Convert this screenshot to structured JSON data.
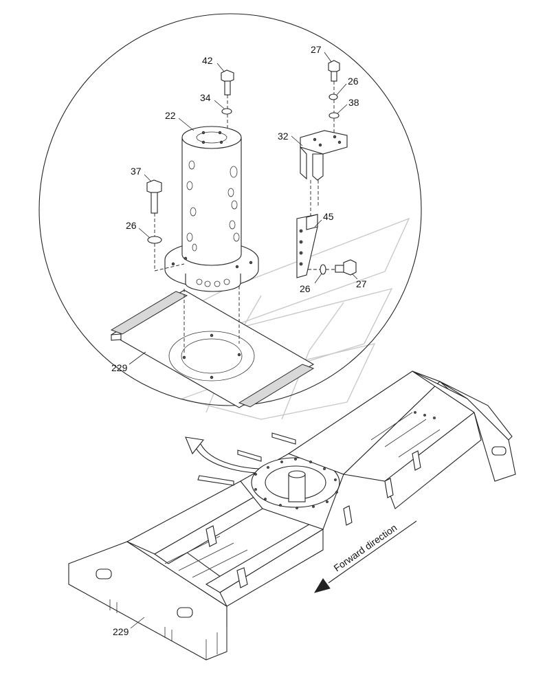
{
  "callouts": {
    "c42": "42",
    "c34": "34",
    "c22": "22",
    "c27_top": "27",
    "c26_top": "26",
    "c38": "38",
    "c32": "32",
    "c37": "37",
    "c26_left": "26",
    "c45": "45",
    "c26_bottom": "26",
    "c27_bottom": "27",
    "c229_detail": "229",
    "c229_frame": "229"
  },
  "annotation": {
    "forward_direction": "Forward direction"
  },
  "icons": {
    "curved_arrow": "curved-pointer-arrow-icon",
    "direction_arrow": "forward-direction-arrow-icon",
    "watermark": "brand-watermark-logo"
  },
  "colors": {
    "line": "#222222",
    "background": "#ffffff",
    "watermark": "#c9c9c9"
  }
}
